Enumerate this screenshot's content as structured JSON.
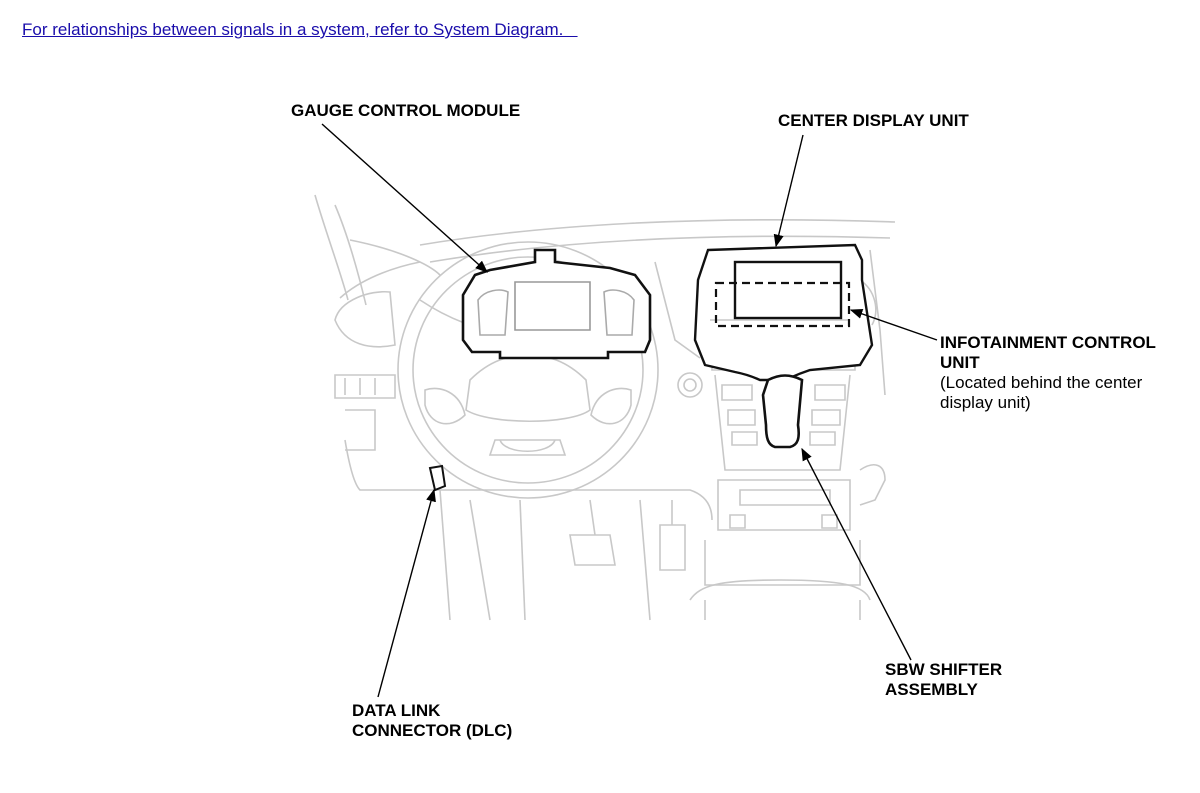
{
  "header": {
    "system_link": "For relationships between signals in a system, refer to System Diagram.   "
  },
  "callouts": {
    "gauge_control_module": "GAUGE CONTROL MODULE",
    "center_display_unit": "CENTER DISPLAY UNIT",
    "infotainment_line1": "INFOTAINMENT CONTROL",
    "infotainment_line2": "UNIT",
    "infotainment_note_line1": "(Located behind the center",
    "infotainment_note_line2": "display unit)",
    "sbw_line1": "SBW SHIFTER",
    "sbw_line2": "ASSEMBLY",
    "dlc_line1": "DATA LINK",
    "dlc_line2": "CONNECTOR (DLC)"
  }
}
